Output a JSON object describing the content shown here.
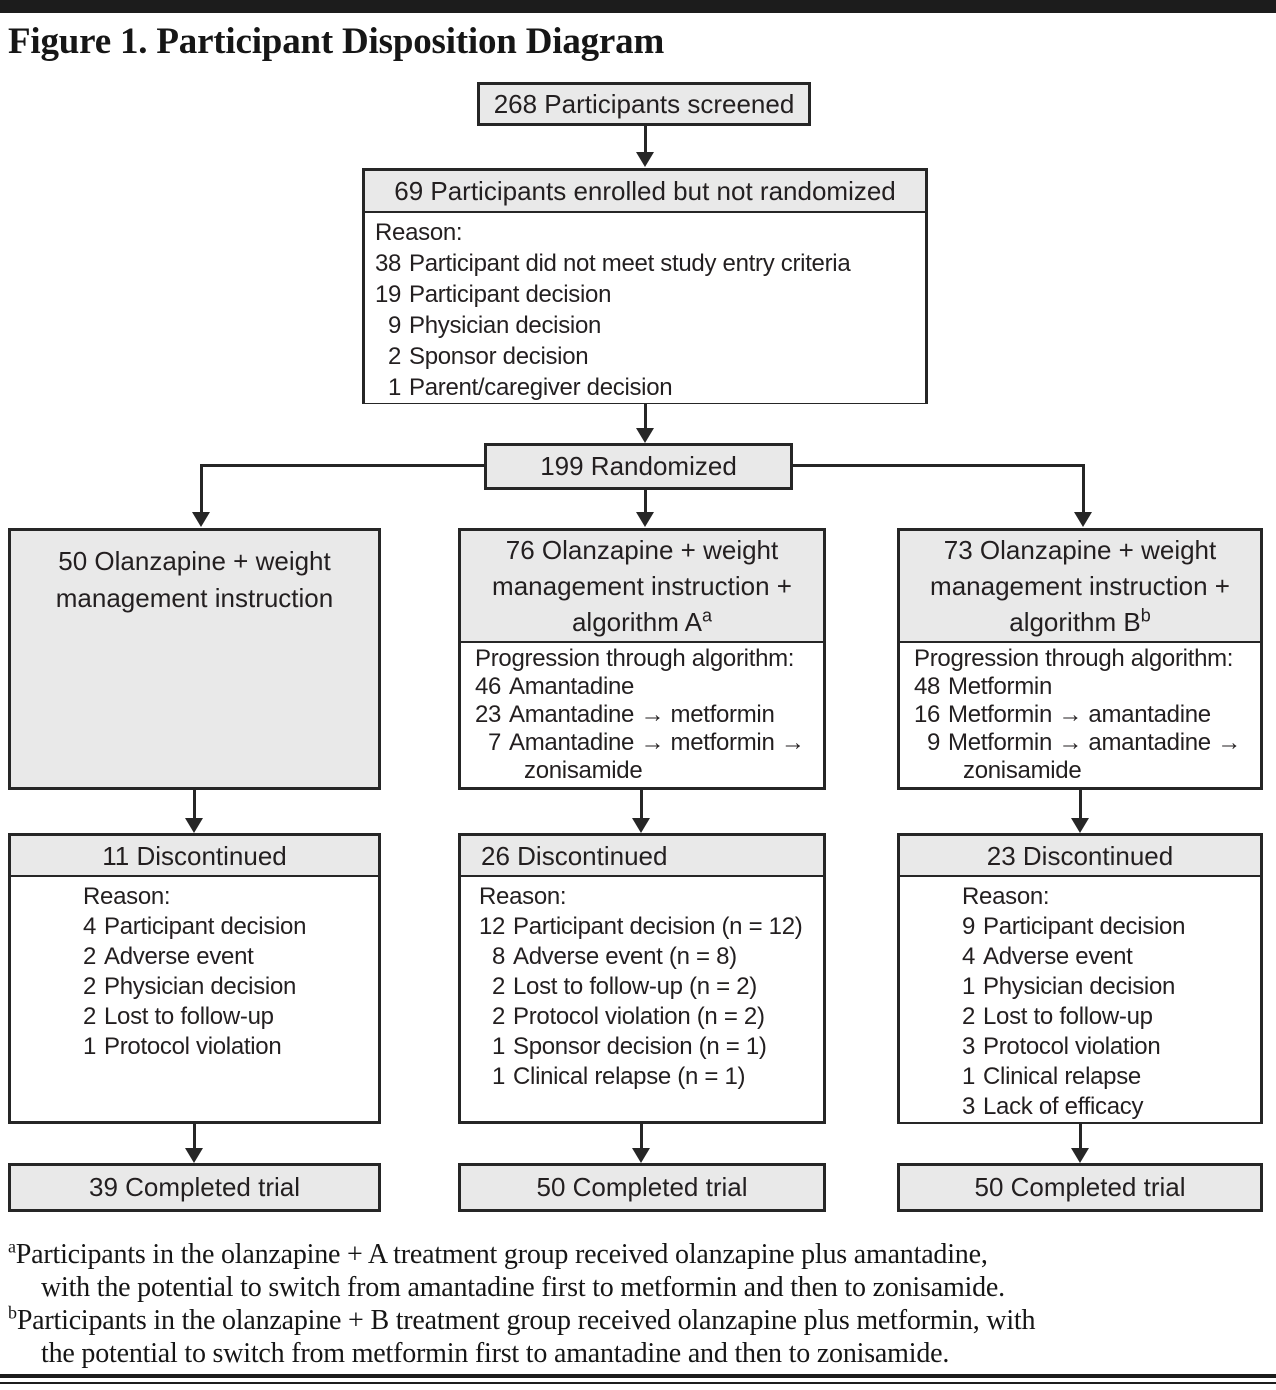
{
  "figure": {
    "title": "Figure 1. Participant Disposition Diagram"
  },
  "screened": {
    "label": "268 Participants screened"
  },
  "enrolled": {
    "header": "69 Participants enrolled but not randomized",
    "reason_label": "Reason:",
    "reasons": [
      {
        "num": "38",
        "text": "Participant did not meet study entry criteria"
      },
      {
        "num": "19",
        "text": "Participant decision"
      },
      {
        "num": "9",
        "text": "Physician decision"
      },
      {
        "num": "2",
        "text": "Sponsor decision"
      },
      {
        "num": "1",
        "text": "Parent/caregiver decision"
      }
    ]
  },
  "randomized": {
    "label": "199 Randomized"
  },
  "arms": [
    {
      "header": "50 Olanzapine + weight management instruction"
    },
    {
      "header_main": "76 Olanzapine + weight management instruction + algorithm A",
      "header_sup": "a",
      "progression_label": "Progression through algorithm:",
      "progression": [
        {
          "num": "46",
          "text": "Amantadine"
        },
        {
          "num": "23",
          "text": "Amantadine → metformin"
        },
        {
          "num": "7",
          "text": "Amantadine → metformin →"
        },
        {
          "num": "",
          "text": "zonisamide"
        }
      ]
    },
    {
      "header_main": "73 Olanzapine + weight management instruction + algorithm B",
      "header_sup": "b",
      "progression_label": "Progression through algorithm:",
      "progression": [
        {
          "num": "48",
          "text": "Metformin"
        },
        {
          "num": "16",
          "text": "Metformin → amantadine"
        },
        {
          "num": "9",
          "text": "Metformin → amantadine →"
        },
        {
          "num": "",
          "text": "zonisamide"
        }
      ]
    }
  ],
  "discontinued": [
    {
      "header": "11 Discontinued",
      "reason_label": "Reason:",
      "reasons": [
        {
          "num": "4",
          "text": "Participant decision"
        },
        {
          "num": "2",
          "text": "Adverse event"
        },
        {
          "num": "2",
          "text": "Physician decision"
        },
        {
          "num": "2",
          "text": "Lost to follow-up"
        },
        {
          "num": "1",
          "text": "Protocol violation"
        }
      ]
    },
    {
      "header": "26 Discontinued",
      "reason_label": "Reason:",
      "reasons": [
        {
          "num": "12",
          "text": "Participant decision (n = 12)"
        },
        {
          "num": "8",
          "text": "Adverse event (n = 8)"
        },
        {
          "num": "2",
          "text": "Lost to follow-up (n = 2)"
        },
        {
          "num": "2",
          "text": "Protocol violation (n = 2)"
        },
        {
          "num": "1",
          "text": "Sponsor decision (n = 1)"
        },
        {
          "num": "1",
          "text": "Clinical relapse (n = 1)"
        }
      ]
    },
    {
      "header": "23 Discontinued",
      "reason_label": "Reason:",
      "reasons": [
        {
          "num": "9",
          "text": "Participant decision"
        },
        {
          "num": "4",
          "text": "Adverse event"
        },
        {
          "num": "1",
          "text": "Physician decision"
        },
        {
          "num": "2",
          "text": "Lost to follow-up"
        },
        {
          "num": "3",
          "text": "Protocol violation"
        },
        {
          "num": "1",
          "text": "Clinical relapse"
        },
        {
          "num": "3",
          "text": "Lack of efficacy"
        }
      ]
    }
  ],
  "completed": [
    {
      "label": "39 Completed trial"
    },
    {
      "label": "50 Completed trial"
    },
    {
      "label": "50 Completed trial"
    }
  ],
  "footnotes": [
    {
      "sup": "a",
      "lines": [
        "Participants in the olanzapine + A treatment group received olanzapine plus amantadine,",
        "with the potential to switch from amantadine first to metformin and then to zonisamide."
      ]
    },
    {
      "sup": "b",
      "lines": [
        "Participants in the olanzapine + B treatment group received olanzapine plus metformin, with",
        "the potential to switch from metformin first to amantadine and then to zonisamide."
      ]
    }
  ],
  "colors": {
    "box_fill": "#e9e9e9",
    "border": "#262626",
    "text": "#231f20"
  }
}
